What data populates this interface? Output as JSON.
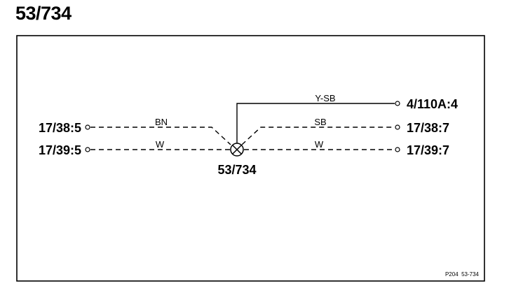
{
  "title": "53/734",
  "splice": {
    "label": "53/734"
  },
  "connectors": {
    "left_top": "17/38:5",
    "left_bottom": "17/39:5",
    "right_top": "4/110A:4",
    "right_mid": "17/38:7",
    "right_bottom": "17/39:7"
  },
  "wires": {
    "left_top_color": "BN",
    "left_bottom_color": "W",
    "right_top_color": "Y-SB",
    "right_mid_color": "SB",
    "right_bottom_color": "W"
  },
  "reference": "P204  53-734",
  "colors": {
    "line": "#000000",
    "background": "#ffffff"
  }
}
